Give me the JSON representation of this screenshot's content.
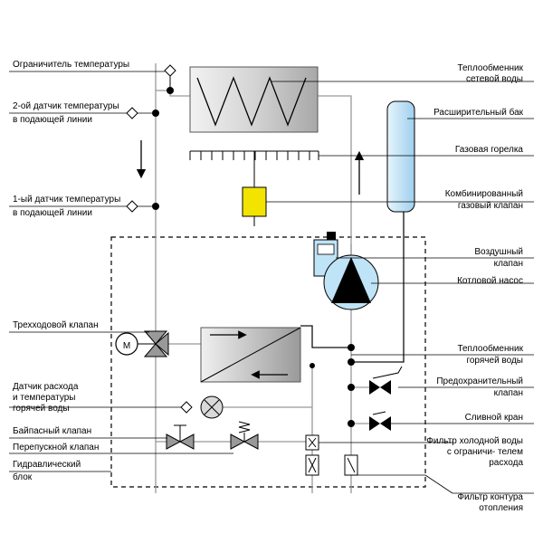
{
  "labels": {
    "temp_limiter": "Ограничитель температуры",
    "sensor2_l1": "2-ой датчик температуры",
    "sensor2_l2": "в подающей линии",
    "sensor1_l1": "1-ый датчик температуры",
    "sensor1_l2": "в подающей линии",
    "three_way_valve": "Трехходовой клапан",
    "flow_sensor_l1": "Датчик расхода",
    "flow_sensor_l2": "и температуры",
    "flow_sensor_l3": "горячей воды",
    "bypass_valve": "Байпасный клапан",
    "overflow_valve": "Перепускной клапан",
    "hydro_block_l1": "Гидравлический",
    "hydro_block_l2": "блок",
    "hx_network_l1": "Теплообменник",
    "hx_network_l2": "сетевой воды",
    "expansion_tank": "Расширительный бак",
    "gas_burner": "Газовая горелка",
    "gas_valve_l1": "Комбинированный",
    "gas_valve_l2": "газовый клапан",
    "air_valve_l1": "Воздушный",
    "air_valve_l2": "клапан",
    "boiler_pump": "Котловой насос",
    "hx_hot_l1": "Теплообменник",
    "hx_hot_l2": "горячей воды",
    "safety_valve_l1": "Предохранительный",
    "safety_valve_l2": "клапан",
    "drain_valve": "Сливной кран",
    "cold_filter_l1": "Фильтр холодной воды",
    "cold_filter_l2": "с ограничи- телем",
    "cold_filter_l3": "расхода",
    "heating_filter_l1": "Фильтр контура",
    "heating_filter_l2": "отопления",
    "motor_symbol": "M"
  },
  "colors": {
    "gas_valve": "#f2e400",
    "expansion_tank": "#bfe3f7",
    "pump_body": "#bfe3f7",
    "air_valve": "#bfe3f7",
    "heat_exchanger": "#d9d9d9"
  }
}
